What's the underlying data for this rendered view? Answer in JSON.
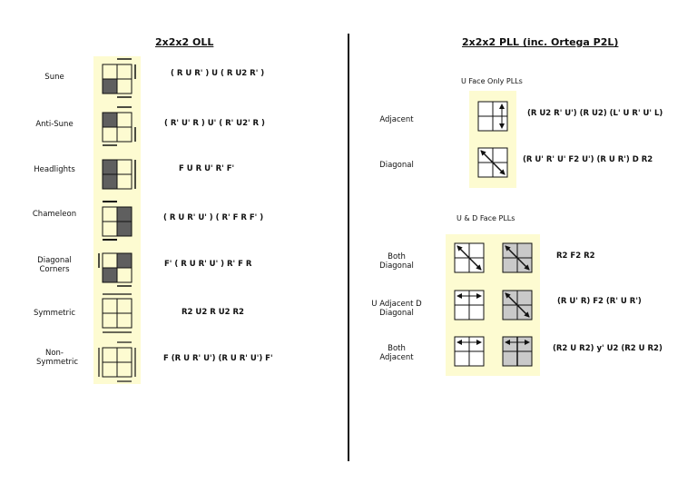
{
  "oll": {
    "title": "2x2x2 OLL",
    "cases": [
      {
        "name": "Sune",
        "alg": "( R U R' )  U  ( R U2 R' )"
      },
      {
        "name": "Anti-Sune",
        "alg": "( R' U' R )  U'  ( R' U2' R )"
      },
      {
        "name": "Headlights",
        "alg": "F U R U' R' F'"
      },
      {
        "name": "Chameleon",
        "alg": "( R U R' U' ) ( R' F R F' )"
      },
      {
        "name": "Diagonal Corners",
        "alg": "F' ( R U R' U' ) R' F R"
      },
      {
        "name": "Symmetric",
        "alg": "R2 U2 R U2 R2"
      },
      {
        "name": "Non-Symmetric",
        "alg": "F (R U R' U') (R U R' U') F'"
      }
    ]
  },
  "pll": {
    "title": "2x2x2 PLL (inc. Ortega P2L)",
    "u_face_heading": "U  Face Only PLLs",
    "ud_face_heading": "U  & D Face PLLs",
    "u_cases": [
      {
        "name": "Adjacent",
        "alg": "(R U2 R' U') (R U2) (L' U R' U' L)"
      },
      {
        "name": "Diagonal",
        "alg": "(R U' R' U' F2 U') (R U R') D R2"
      }
    ],
    "ud_cases": [
      {
        "name": "Both Diagonal",
        "alg": "R2 F2 R2"
      },
      {
        "name": "U Adjacent D Diagonal",
        "alg": "(R U' R) F2 (R' U R')"
      },
      {
        "name": "Both Adjacent",
        "alg": "(R2 U R2) y' U2 (R2 U R2)"
      }
    ]
  },
  "colors": {
    "panel": "#fdfbd1",
    "dark_sticker": "#5f5f5f",
    "gray_face": "#c9c9c9",
    "line": "#111111"
  }
}
